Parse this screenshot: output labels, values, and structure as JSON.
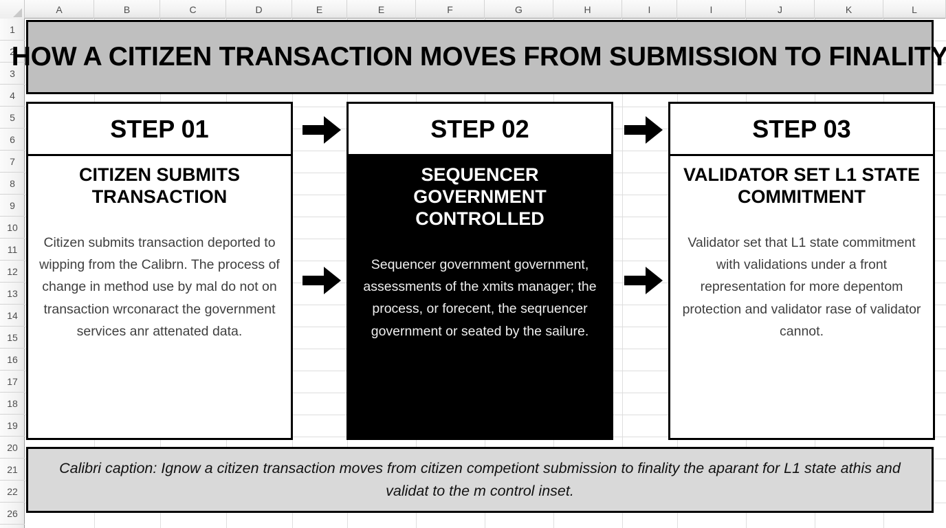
{
  "app": {
    "type": "spreadsheet",
    "column_headers": [
      "A",
      "B",
      "C",
      "D",
      "E",
      "E",
      "F",
      "G",
      "H",
      "I",
      "I",
      "J",
      "K",
      "L"
    ],
    "row_headers": [
      "1",
      "2",
      "3",
      "4",
      "5",
      "6",
      "7",
      "8",
      "9",
      "10",
      "11",
      "12",
      "13",
      "14",
      "15",
      "16",
      "17",
      "18",
      "19",
      "20",
      "21",
      "22",
      "26"
    ],
    "colors": {
      "title_banner_fill": "#bfbfbf",
      "caption_bar_fill": "#d9d9d9",
      "dark_card_fill": "#000000",
      "border": "#000000",
      "body_text": "#3f3f3f",
      "gridline": "#dedede",
      "header_text": "#4d4d4d"
    }
  },
  "title": {
    "text": "HOW A CITIZEN TRANSACTION MOVES FROM SUBMISSION TO FINALITY"
  },
  "steps": [
    {
      "header": "STEP 01",
      "title": "CITIZEN SUBMITS TRANSACTION",
      "description": "Citizen submits transaction deported to wipping from the Calibrn. The process of change in method use by mal do not on transaction wrconaract the government services anr attenated data.",
      "dark": false
    },
    {
      "header": "STEP 02",
      "title": "SEQUENCER GOVERNMENT CONTROLLED",
      "description": "Sequencer government government, assessments of the xmits manager; the process, or forecent, the seqruencer government or seated by the sailure.",
      "dark": true
    },
    {
      "header": "STEP 03",
      "title": "VALIDATOR SET L1 STATE COMMITMENT",
      "description": "Validator set that L1 state commitment with validations under a front representation for more depentom protection and validator rase of validator cannot.",
      "dark": false
    }
  ],
  "arrows": [
    {
      "name": "arrow-step1-to-step2-top",
      "glyph": "right-arrow"
    },
    {
      "name": "arrow-step2-to-step3-top",
      "glyph": "right-arrow"
    },
    {
      "name": "arrow-step1-to-step2-bottom",
      "glyph": "right-arrow"
    },
    {
      "name": "arrow-step2-to-step3-bottom",
      "glyph": "right-arrow"
    }
  ],
  "caption": {
    "text": "Calibri caption: Ignow a citizen transaction moves from citizen competiont submission to finality the aparant for L1 state athis and validat to the m control inset."
  }
}
